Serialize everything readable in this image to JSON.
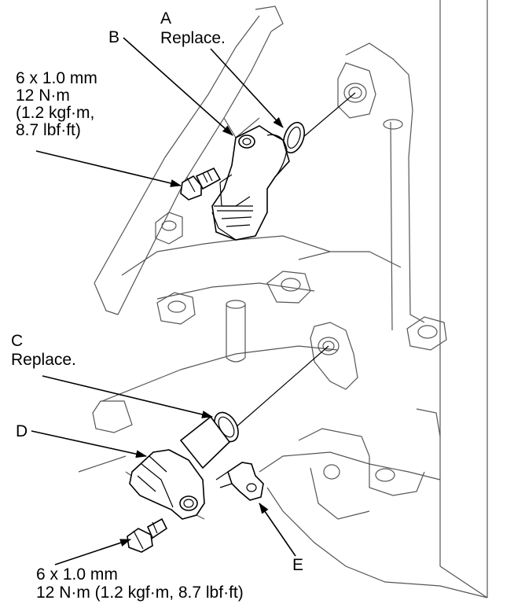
{
  "callouts": {
    "a": {
      "letter": "A",
      "note": "Replace."
    },
    "b": {
      "letter": "B"
    },
    "c": {
      "letter": "C",
      "note": "Replace."
    },
    "d": {
      "letter": "D"
    },
    "e": {
      "letter": "E"
    }
  },
  "torque_upper": {
    "line1": "6 x 1.0 mm",
    "line2": "12 N·m",
    "line3": "(1.2 kgf·m,",
    "line4": "8.7 lbf·ft)"
  },
  "torque_lower": {
    "line1": "6 x 1.0 mm",
    "line2": "12 N·m (1.2 kgf·m, 8.7 lbf·ft)"
  }
}
